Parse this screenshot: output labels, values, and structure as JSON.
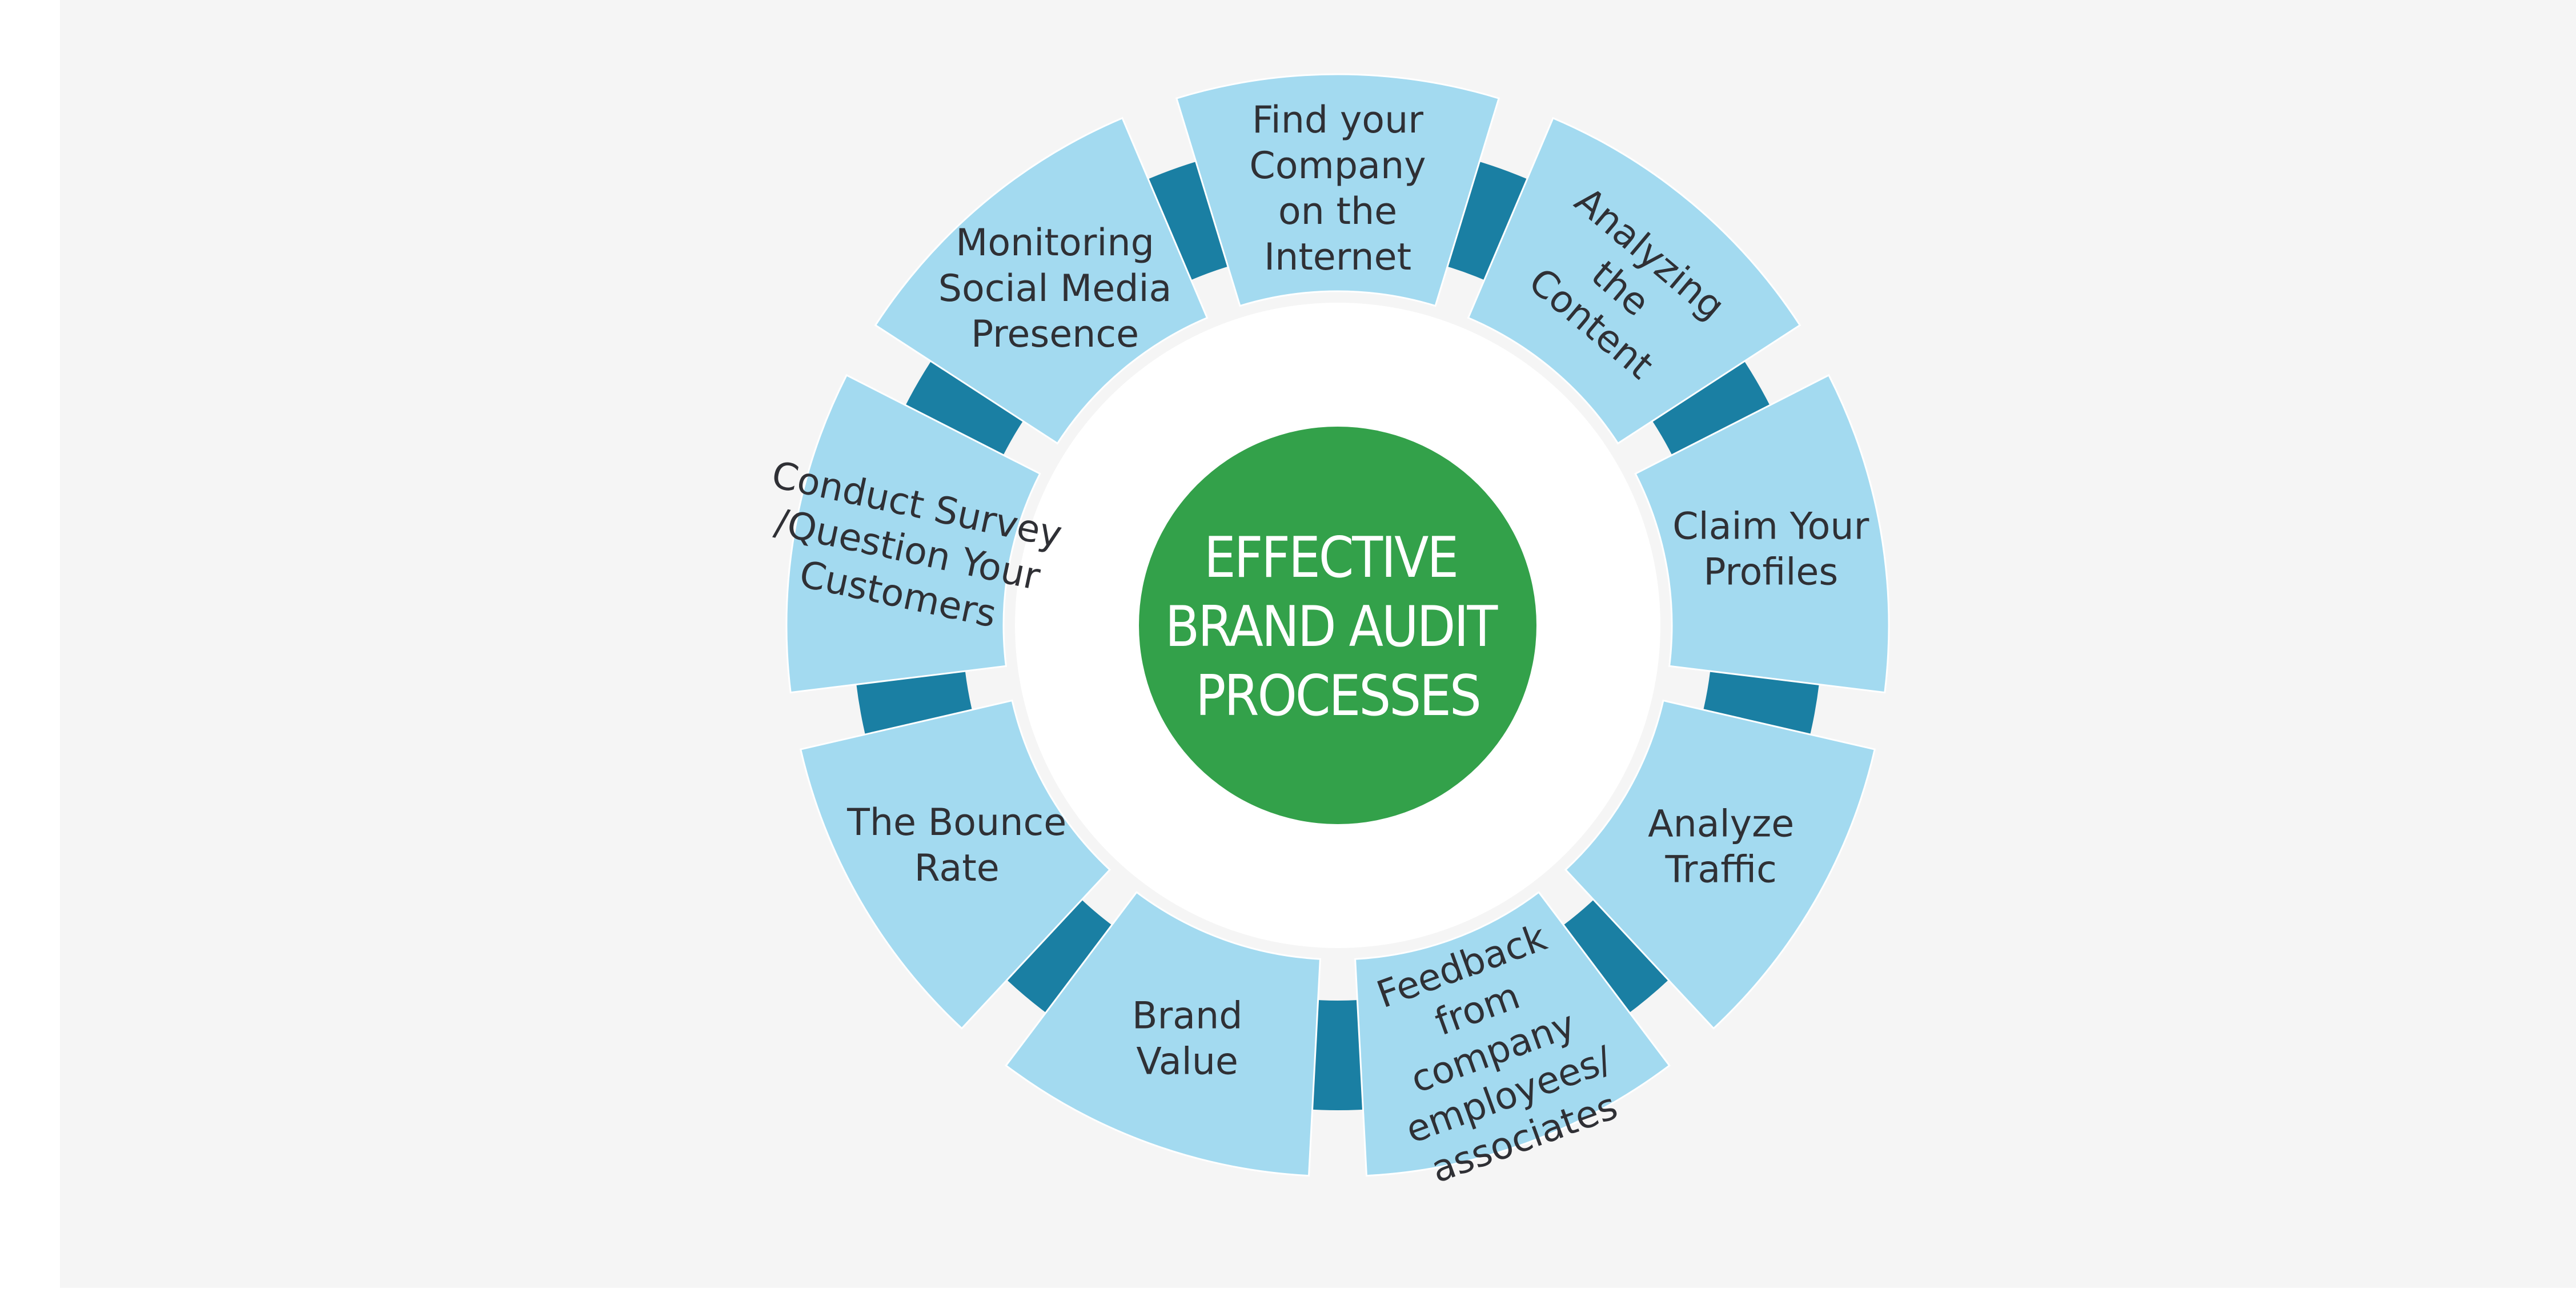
{
  "title_lines": [
    "EFFECTIVE",
    "BRAND AUDIT",
    "PROCESSES"
  ],
  "colors": {
    "background": "#f5f5f5",
    "petal": "#a3daf0",
    "ring": "#1a7fa3",
    "center": "#33a14a",
    "text": "#2f3035",
    "center_text": "#ffffff"
  },
  "segments": [
    {
      "id": "find-company",
      "lines": [
        "Find your",
        "Company",
        "on the",
        "Internet"
      ]
    },
    {
      "id": "analyzing-content",
      "lines": [
        "Analyzing",
        "the",
        "Content"
      ]
    },
    {
      "id": "claim-profiles",
      "lines": [
        "Claim Your",
        "Profiles"
      ]
    },
    {
      "id": "analyze-traffic",
      "lines": [
        "Analyze",
        "Traffic"
      ]
    },
    {
      "id": "feedback",
      "lines": [
        "Feedback",
        "from",
        "company",
        "employees/",
        "associates"
      ]
    },
    {
      "id": "brand-value",
      "lines": [
        "Brand",
        "Value"
      ]
    },
    {
      "id": "bounce-rate",
      "lines": [
        "The Bounce",
        "Rate"
      ]
    },
    {
      "id": "conduct-survey",
      "lines": [
        "Conduct Survey",
        "/Question Your",
        "Customers"
      ]
    },
    {
      "id": "monitoring-social",
      "lines": [
        "Monitoring",
        "Social Media",
        "Presence"
      ]
    }
  ]
}
